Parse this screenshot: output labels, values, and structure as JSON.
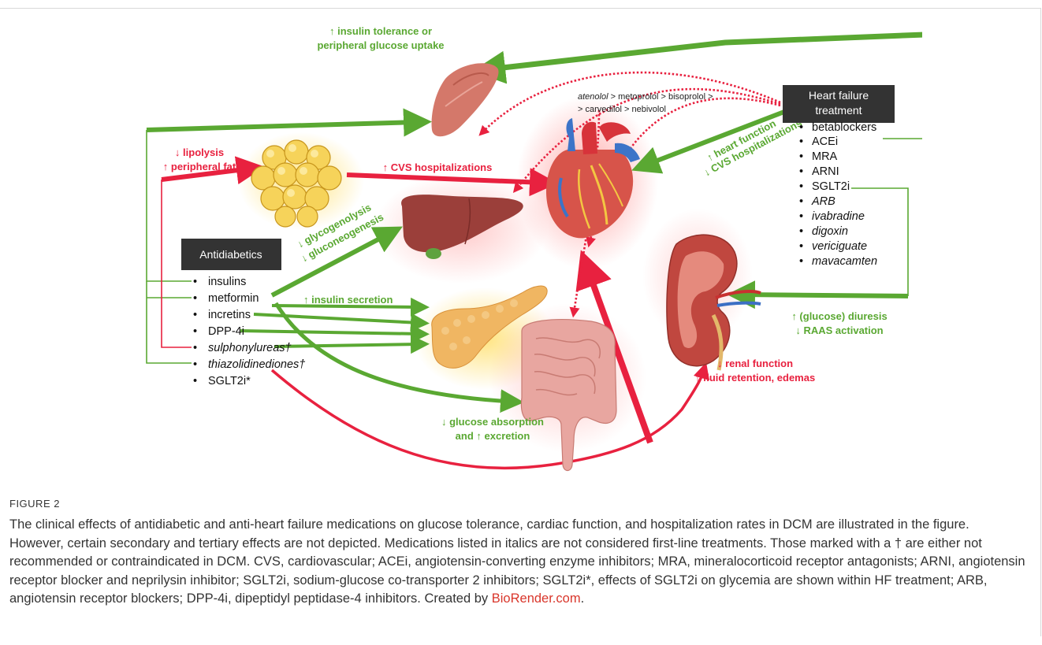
{
  "figure": {
    "antidiabetics": {
      "title": "Antidiabetics",
      "items": [
        "insulins",
        "metformin",
        "incretins",
        "DPP-4i",
        "sulphonylureas†",
        "thiazolidinediones†",
        "SGLT2i*"
      ]
    },
    "heart_failure": {
      "title_line1": "Heart failure",
      "title_line2": "treatment",
      "items": [
        "betablockers",
        "ACEi",
        "MRA",
        "ARNI",
        "SGLT2i",
        "ARB",
        "ivabradine",
        "digoxin",
        "vericiguate",
        "mavacamten"
      ]
    },
    "labels": {
      "insulin_tolerance_1": "↑ insulin tolerance or",
      "insulin_tolerance_2": "peripheral glucose uptake",
      "beta_order_1a": "atenolol",
      "beta_order_1b": " > metoprolol > bisoprolol >",
      "beta_order_2": "> carvedilol > nebivolol",
      "heart_function": "↑ heart function",
      "cvs_hosp_down": "↓ CVS hospitalizations",
      "lipolysis": "↓ lipolysis",
      "peripheral_fat": "↑ peripheral fat",
      "cvs_hosp_up": "↑ CVS hospitalizations",
      "glycogenolysis": "↓ glycogenolysis",
      "gluconeogenesis": "↓ gluconeogenesis",
      "insulin_secretion": "↑ insulin secretion",
      "diuresis": "↑ (glucose) diuresis",
      "raas": "↓ RAAS activation",
      "renal_function": "↓ renal function",
      "fluid_retention": "↑ fluid retention, edemas",
      "glucose_absorption": "↓ glucose absorption",
      "excretion": "and ↑ excretion"
    },
    "colors": {
      "green": "#5aa832",
      "red": "#e8213f",
      "dark_box": "#333333"
    }
  },
  "caption": {
    "label": "FIGURE 2",
    "text": "The clinical effects of antidiabetic and anti-heart failure medications on glucose tolerance, cardiac function, and hospitalization rates in DCM are illustrated in the figure. However, certain secondary and tertiary effects are not depicted. Medications listed in italics are not considered first-line treatments. Those marked with a † are either not recommended or contraindicated in DCM. CVS, cardiovascular; ACEi, angiotensin-converting enzyme inhibitors; MRA, mineralocorticoid receptor antagonists; ARNI, angiotensin receptor blocker and neprilysin inhibitor; SGLT2i, sodium-glucose co-transporter 2 inhibitors; SGLT2i*, effects of SGLT2i on glycemia are shown within HF treatment; ARB, angiotensin receptor blockers; DPP-4i, dipeptidyl peptidase-4 inhibitors. Created by ",
    "link": "BioRender.com",
    "end": "."
  }
}
